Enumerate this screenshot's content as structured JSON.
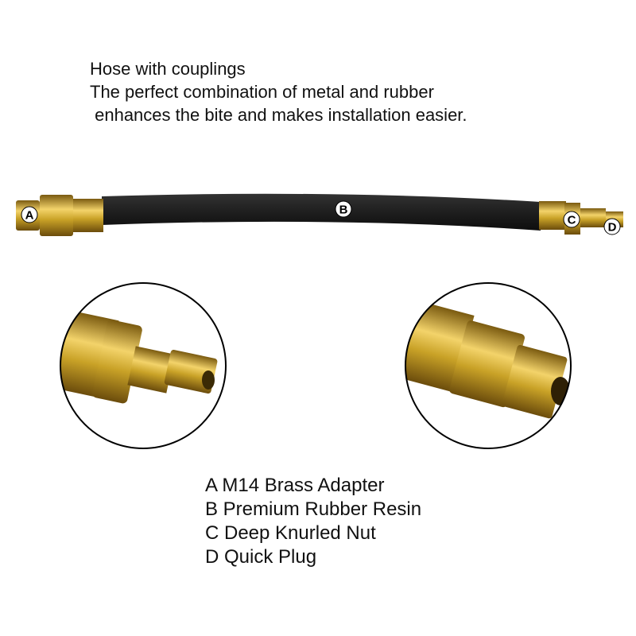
{
  "intro": {
    "lines": [
      "Hose with couplings",
      "The perfect combination of metal and rubber",
      " enhances the bite and makes installation easier."
    ]
  },
  "markers": [
    "A",
    "B",
    "C",
    "D"
  ],
  "legend": [
    "A M14 Brass Adapter",
    "B Premium Rubber Resin",
    "C Deep Knurled Nut",
    "D Quick Plug"
  ],
  "colors": {
    "brass": "#c9a227",
    "hose": "#1c1c1c"
  }
}
